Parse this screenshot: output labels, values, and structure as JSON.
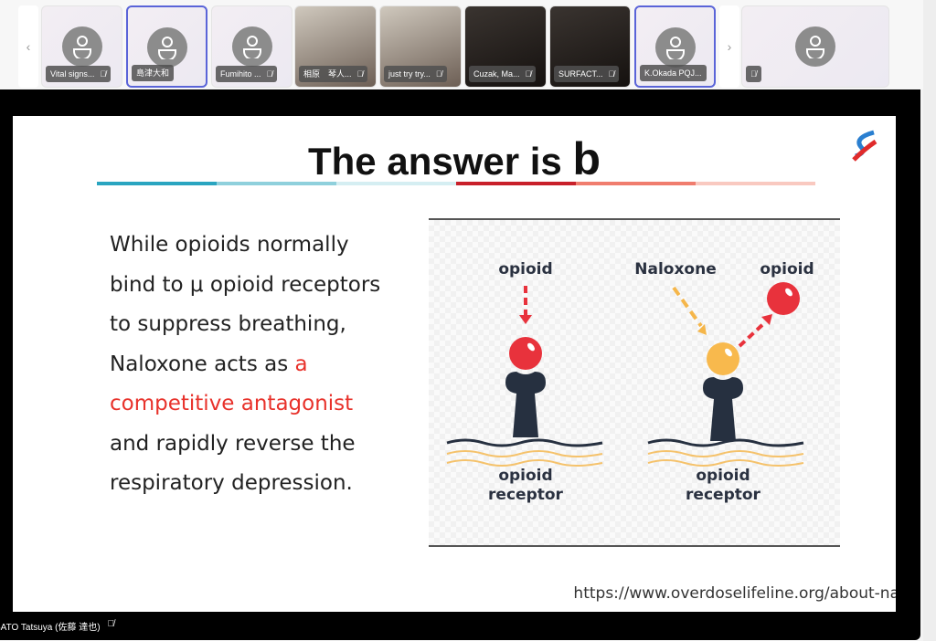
{
  "participants": [
    {
      "name": "Vital signs...",
      "type": "avatar",
      "muted": true
    },
    {
      "name": "島津大和",
      "type": "avatar",
      "muted": false,
      "selected": true
    },
    {
      "name": "Fumihito ...",
      "type": "avatar",
      "muted": true
    },
    {
      "name": "相原　琴人...",
      "type": "video",
      "muted": true
    },
    {
      "name": "just try try...",
      "type": "video",
      "muted": true
    },
    {
      "name": "Cuzak, Ma...",
      "type": "video",
      "muted": true
    },
    {
      "name": "SURFACT...",
      "type": "video",
      "muted": true
    },
    {
      "name": "K.Okada PQJ...",
      "type": "avatar",
      "muted": false,
      "selected": true
    }
  ],
  "extra_tile": {
    "name": "",
    "muted": true
  },
  "nav": {
    "prev": "‹",
    "next": "›"
  },
  "slide": {
    "title": "The answer is ",
    "title_answer": "b",
    "bar_colors": [
      "#2aa5c0",
      "#8fd0dc",
      "#d5eef2",
      "#c8202a",
      "#f07d6e",
      "#f9c9c0"
    ],
    "text_before": "While opioids normally bind to μ opioid receptors to suppress breathing, Naloxone acts as ",
    "text_highlight": "a competitive antagonist",
    "text_after": " and rapidly reverse the respiratory depression.",
    "diagram": {
      "left_top": "opioid",
      "naloxone": "Naloxone",
      "right_top": "opioid",
      "receptor_line1": "opioid",
      "receptor_line2": "receptor"
    },
    "url": "https://www.overdoselifeline.org/about-na"
  },
  "speaker": {
    "name": "SATO Tatsuya (佐藤 達也)",
    "muted": true
  }
}
